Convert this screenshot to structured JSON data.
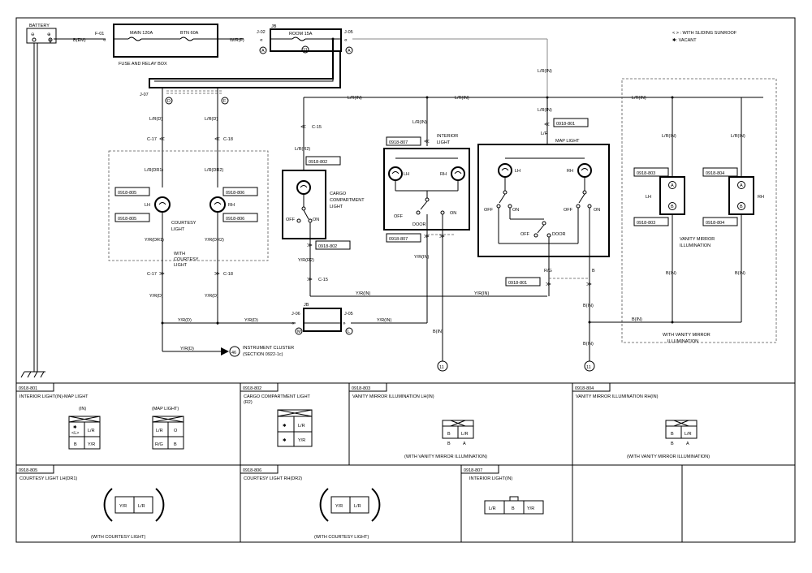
{
  "legend": {
    "line1": "< > : WITH SLIDING SUNROOF",
    "line2": "✱: VACANT"
  },
  "battery": {
    "label": "BATTERY",
    "minus": "⊖",
    "plus": "⊕"
  },
  "fuse_box": {
    "label": "FUSE AND RELAY BOX",
    "main": "MAIN 120A",
    "btn": "BTN 60A"
  },
  "jb_top": {
    "label": "JB",
    "room": "ROOM 15A",
    "room_num": "11"
  },
  "connectors": {
    "f01": "F-01",
    "j02": "J-02",
    "j05": "J-05",
    "j07": "J-07",
    "c15": "C-15",
    "c17": "C-17",
    "c18": "C-18",
    "j06": "J-06",
    "j05b": "J-05",
    "a": "A",
    "d": "D",
    "f": "F",
    "m": "M",
    "l": "L",
    "jb2": "JB"
  },
  "wires": {
    "bem": "B(EM)",
    "wrf": "W/R(F)",
    "lr_in": "L/R(IN)",
    "lr": "L/R",
    "lr_d": "L/R(D)",
    "lr_dr1": "L/R(DR1)",
    "lr_dr2": "L/R(DR2)",
    "lr_r2": "L/R(R2)",
    "yr_dr1": "Y/R(DR1)",
    "yr_dr2": "Y/R(DR2)",
    "yr_d": "Y/R(D)",
    "yr_r2": "Y/R(R2)",
    "yr_in": "Y/R(IN)",
    "b_in": "B(IN)",
    "rg": "R/G",
    "b": "B"
  },
  "refs": {
    "r801": "0918-801",
    "r802": "0918-802",
    "r803": "0918-803",
    "r804": "0918-804",
    "r805": "0918-805",
    "r806": "0918-806",
    "r807": "0918-807"
  },
  "components": {
    "courtesy": "COURTESY",
    "light": "LIGHT",
    "lh": "LH",
    "rh": "RH",
    "with_courtesy": "WITH",
    "with_courtesy2": "COURTESY",
    "with_courtesy3": "LIGHT",
    "cargo1": "CARGO",
    "cargo2": "COMPARTMENT",
    "cargo3": "LIGHT",
    "off": "OFF",
    "on": "ON",
    "door": "DOOR",
    "interior1": "INTERIOR",
    "interior2": "LIGHT",
    "map": "MAP LIGHT",
    "vanity1": "VANITY MIRROR",
    "vanity2": "ILLUMINATION",
    "with_vanity1": "WITH VANITY MIRROR",
    "with_vanity2": "ILLUMINATION",
    "ic1": "INSTRUMENT CLUSTER",
    "ic2": "(SECTION 0922-1c)",
    "ic_num": "46",
    "ground_num": "11",
    "a_pin": "A",
    "b_pin": "B"
  },
  "panels": {
    "p801": {
      "ref": "0918-801",
      "title": "INTERIOR LIGHT(IN)-MAP LIGHT",
      "in": "(IN)",
      "map": "(MAP LIGHT)",
      "c_star": "✱",
      "c_l": "<L>",
      "c_lr": "L/R",
      "c_b": "B",
      "c_yr": "Y/R",
      "m_lr": "L/R",
      "m_o": "O",
      "m_rg": "R/G",
      "m_b": "B"
    },
    "p802": {
      "ref": "0918-802",
      "title": "CARGO COMPARTMENT LIGHT",
      "sub": "(R2)",
      "s1": "✱",
      "lr": "L/R",
      "s2": "✱",
      "yr": "Y/R"
    },
    "p803": {
      "ref": "0918-803",
      "title": "VANITY MIRROR ILLUMINATION LH(IN)",
      "b": "B",
      "lr": "L/R",
      "pb": "B",
      "pa": "A",
      "note": "(WITH VANITY MIRROR ILLUMINATION)"
    },
    "p804": {
      "ref": "0918-804",
      "title": "VANITY MIRROR ILLUMINATION RH(IN)",
      "b": "B",
      "lr": "L/R",
      "pb": "B",
      "pa": "A",
      "note": "(WITH VANITY MIRROR ILLUMINATION)"
    },
    "p805": {
      "ref": "0918-805",
      "title": "COURTESY LIGHT LH(DR1)",
      "yr": "Y/R",
      "lr": "L/R",
      "note": "(WITH COURTESY LIGHT)"
    },
    "p806": {
      "ref": "0918-806",
      "title": "COURTESY LIGHT RH(DR2)",
      "yr": "Y/R",
      "lr": "L/R",
      "note": "(WITH COURTESY LIGHT)"
    },
    "p807": {
      "ref": "0918-807",
      "title": "INTERIOR LIGHT(IN)",
      "lr1": "L/R",
      "b": "B",
      "yr": "Y/R"
    }
  }
}
